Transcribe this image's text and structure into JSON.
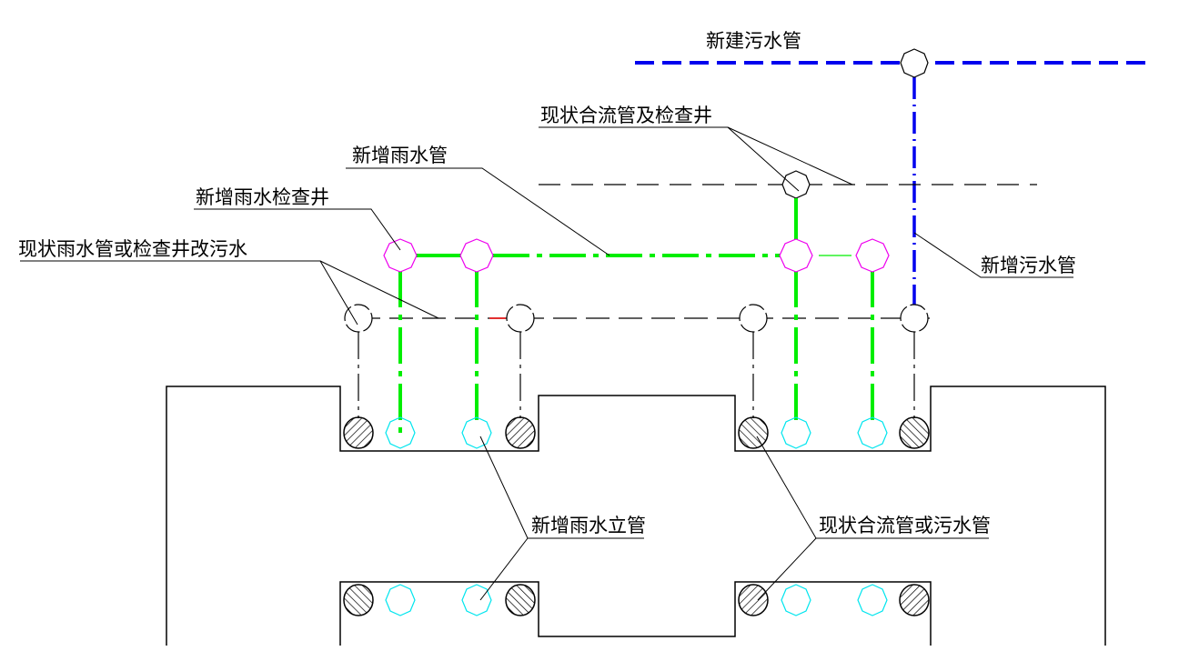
{
  "diagram": {
    "title": "",
    "colors": {
      "existing_line": "#000000",
      "new_storm_pipe": "#00ee00",
      "new_storm_well": "#ee00ee",
      "new_sewage_pipe": "#0000ee",
      "new_storm_riser": "#00e5ee",
      "accent_red": "#ee0000",
      "background": "#ffffff"
    },
    "labels": {
      "new_sewage_main": "新建污水管",
      "existing_combined_pipe_and_well": "现状合流管及检查井",
      "new_storm_pipe": "新增雨水管",
      "new_storm_inspection_well": "新增雨水检查井",
      "existing_storm_to_sewage": "现状雨水管或检查井改污水",
      "new_sewage_pipe": "新增污水管",
      "new_storm_riser": "新增雨水立管",
      "existing_combined_or_sewage_pipe": "现状合流管或污水管"
    },
    "legend_items": [
      {
        "key": "new_sewage_main",
        "meaning": "New sewage main",
        "style": "blue dashed"
      },
      {
        "key": "existing_combined_pipe_and_well",
        "meaning": "Existing combined pipe and inspection well",
        "style": "black dashed"
      },
      {
        "key": "new_storm_pipe",
        "meaning": "New storm pipe",
        "style": "green dash-dot"
      },
      {
        "key": "new_storm_inspection_well",
        "meaning": "New storm inspection well",
        "style": "magenta polygon"
      },
      {
        "key": "existing_storm_to_sewage",
        "meaning": "Existing storm pipe/well converted to sewage",
        "style": "black dash"
      },
      {
        "key": "new_sewage_pipe",
        "meaning": "New sewage pipe",
        "style": "blue dashed vertical"
      },
      {
        "key": "new_storm_riser",
        "meaning": "New storm riser",
        "style": "cyan polygon"
      },
      {
        "key": "existing_combined_or_sewage_pipe",
        "meaning": "Existing combined or sewage riser",
        "style": "hatched circle"
      }
    ]
  }
}
